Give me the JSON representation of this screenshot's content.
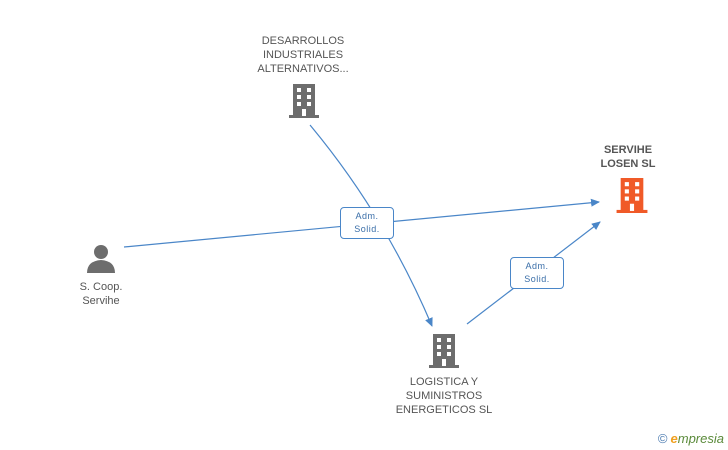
{
  "nodes": {
    "desarrollos": {
      "label": "DESARROLLOS\nINDUSTRIALES\nALTERNATIVOS...",
      "icon": "building-icon",
      "color": "#6d6d6d"
    },
    "servihe_losen": {
      "label": "SERVIHE\nLOSEN SL",
      "icon": "building-icon",
      "color": "#f05a28"
    },
    "s_coop": {
      "label": "S.  Coop.\nServihe",
      "icon": "person-icon",
      "color": "#6d6d6d"
    },
    "logistica": {
      "label": "LOGISTICA Y\nSUMINISTROS\nENERGETICOS SL",
      "icon": "building-icon",
      "color": "#6d6d6d"
    }
  },
  "edges": {
    "primary": {
      "label": "Adm.\nSolid."
    },
    "secondary": {
      "label": "Adm.\nSolid."
    }
  },
  "colors": {
    "edge": "#4a86c8"
  },
  "watermark": {
    "copyright": "©",
    "brand_initial": "e",
    "brand_rest": "mpresia"
  }
}
